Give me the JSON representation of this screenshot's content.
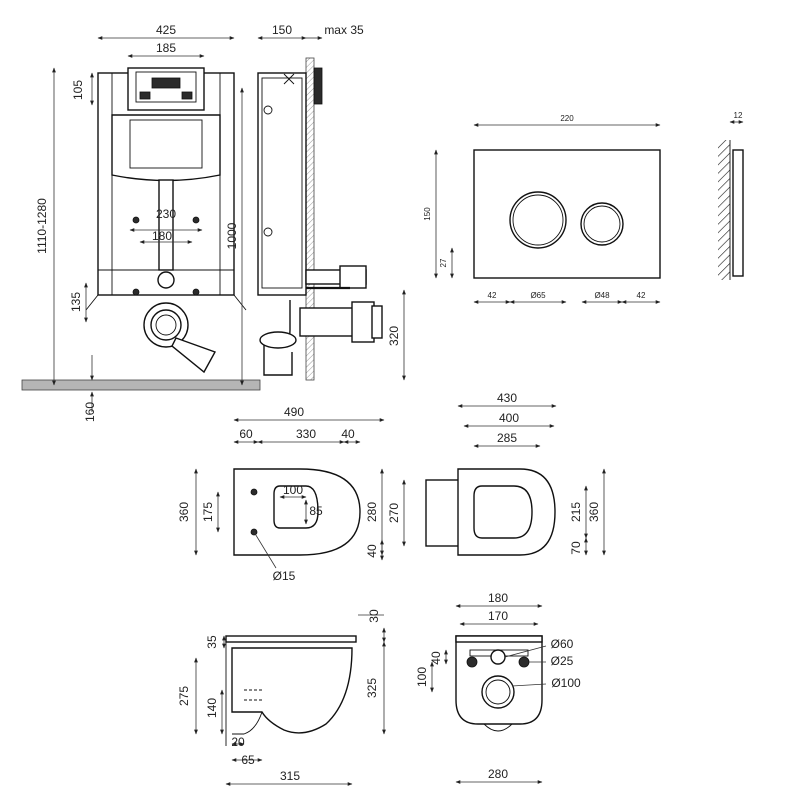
{
  "frame_diagram": {
    "width_dim": "425",
    "top_inner_dim": "185",
    "top_offset_dim": "105",
    "height_range_dim": "1110-1280",
    "frame_height_dim": "1000",
    "pipe_spacing_dim": "230",
    "pipe_spacing_inner_dim": "180",
    "outlet_height_dim": "135",
    "floor_offset_dim": "160",
    "depth_dim": "150",
    "max_depth_dim": "max 35",
    "outlet_side_dim": "320"
  },
  "flush_plate": {
    "width_dim": "220",
    "height_dim": "150",
    "thickness_dim": "12",
    "button_height_dim": "27",
    "left_margin_dim": "42",
    "big_button_dim": "Ø65",
    "small_button_dim": "Ø48",
    "right_margin_dim": "42"
  },
  "toilet_top_view": {
    "overall_length_dim": "490",
    "back_offset_dim": "60",
    "seat_length_dim": "330",
    "front_offset_dim": "40",
    "width_dim": "360",
    "hole_spacing_dim": "175",
    "opening_width_dim": "100",
    "opening_depth_dim": "85",
    "seat_width_dim": "280",
    "edge_offset_dim": "40",
    "mount_hole_dim": "Ø15"
  },
  "seat_top_view": {
    "overall_length_dim": "430",
    "seat_length_dim": "400",
    "lid_length_dim": "285",
    "back_width_dim": "270",
    "lid_width_dim": "215",
    "overall_width_dim": "360",
    "bottom_offset_dim": "70"
  },
  "toilet_side_view": {
    "seat_thickness_dim": "30",
    "rim_offset_dim": "35",
    "height_dim": "275",
    "total_height_dim": "325",
    "outlet_height_dim": "140",
    "outlet_gap_dim": "20",
    "outlet_length_dim": "65",
    "depth_dim": "315"
  },
  "toilet_back_view": {
    "top_width_dim": "180",
    "inner_width_dim": "170",
    "inlet_dim": "Ø60",
    "bolt_hole_dim": "Ø25",
    "outlet_dim": "Ø100",
    "hole_offset_dim": "40",
    "outlet_center_dim": "100",
    "bottom_width_dim": "280"
  }
}
